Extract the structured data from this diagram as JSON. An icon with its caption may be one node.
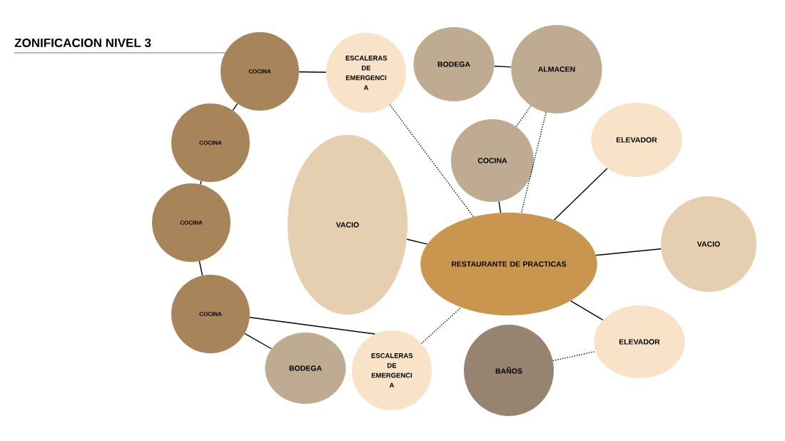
{
  "diagram": {
    "title": "ZONIFICACION NIVEL 3",
    "nodes": [
      {
        "text": [
          "COCINA"
        ]
      },
      {
        "text": [
          "ESCALERAS DE EMERGENCI A"
        ]
      },
      {
        "text": [
          "BODEGA"
        ]
      },
      {
        "text": [
          "ALMACEN"
        ]
      },
      {
        "text": [
          "COCINA"
        ]
      },
      {
        "text": [
          "ELEVADOR"
        ]
      },
      {
        "text": [
          "COCINA"
        ]
      },
      {
        "text": [
          "VACIO"
        ]
      },
      {
        "text": [
          "RESTAURANTE DE PRACTICAS"
        ]
      },
      {
        "text": [
          "VACIO"
        ]
      },
      {
        "text": [
          "COCINA"
        ]
      },
      {
        "text": [
          "COCINA"
        ]
      },
      {
        "text": [
          "BODEGA"
        ]
      },
      {
        "text": [
          "ESCALERAS DE EMERGENCI A"
        ]
      },
      {
        "text": [
          "BAÑOS"
        ]
      },
      {
        "text": [
          "ELEVADOR"
        ]
      }
    ],
    "edges": [
      {
        "from": 0,
        "to": 1,
        "arrow": "none"
      },
      {
        "from": 0,
        "to": 6,
        "arrow": "none"
      },
      {
        "from": 6,
        "to": 10,
        "arrow": "none"
      },
      {
        "from": 10,
        "to": 11,
        "arrow": "none"
      },
      {
        "from": 11,
        "to": 13,
        "arrow": "none"
      },
      {
        "from": 11,
        "to": 12,
        "arrow": "none"
      },
      {
        "from": 1,
        "to": 8,
        "arrow": "none",
        "style": "dashed"
      },
      {
        "from": 2,
        "to": 3,
        "arrow": "none"
      },
      {
        "from": 3,
        "to": 4,
        "arrow": "none",
        "style": "dashed"
      },
      {
        "from": 3,
        "to": 8,
        "arrow": "none",
        "style": "dashed"
      },
      {
        "from": 4,
        "to": 8,
        "arrow": "none"
      },
      {
        "from": 5,
        "to": 8,
        "arrow": "none"
      },
      {
        "from": 7,
        "to": 8,
        "arrow": "none"
      },
      {
        "from": 8,
        "to": 9,
        "arrow": "none"
      },
      {
        "from": 8,
        "to": 15,
        "arrow": "none"
      },
      {
        "from": 14,
        "to": 15,
        "arrow": "none",
        "style": "dashed"
      },
      {
        "from": 13,
        "to": 8,
        "arrow": "none",
        "style": "dashed"
      }
    ]
  }
}
